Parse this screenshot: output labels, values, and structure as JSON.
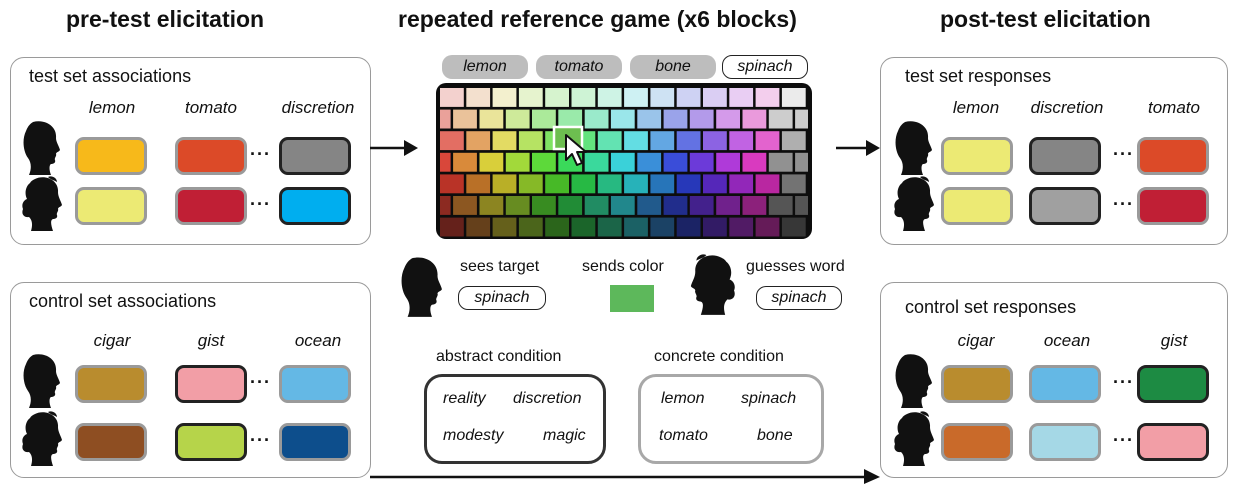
{
  "titles": {
    "pre": "pre-test elicitation",
    "game": "repeated reference game (x6 blocks)",
    "post": "post-test elicitation"
  },
  "pre_test": {
    "title": "test set associations",
    "words": [
      "lemon",
      "tomato",
      "discretion"
    ],
    "row1": [
      "#F7B91A",
      "#DC4A28",
      "#858585"
    ],
    "row2": [
      "#ECEA74",
      "#C01F35",
      "#00AEEF"
    ],
    "ellipsis": "···"
  },
  "pre_control": {
    "title": "control set associations",
    "words": [
      "cigar",
      "gist",
      "ocean"
    ],
    "row1": [
      "#B98C2E",
      "#F29EA6",
      "#64B8E5"
    ],
    "row2": [
      "#8E4E22",
      "#B6D44A",
      "#0D4E8C"
    ],
    "ellipsis": "···"
  },
  "post_test": {
    "title": "test set responses",
    "words": [
      "lemon",
      "discretion",
      "tomato"
    ],
    "row1": [
      "#ECEA74",
      "#858585",
      "#DC4A28"
    ],
    "row2": [
      "#ECEA74",
      "#A0A0A0",
      "#C01F35"
    ],
    "ellipsis": "···"
  },
  "post_control": {
    "title": "control set responses",
    "words": [
      "cigar",
      "ocean",
      "gist"
    ],
    "row1": [
      "#B98C2E",
      "#64B8E5",
      "#1D8B43"
    ],
    "row2": [
      "#C96A2A",
      "#A5D8E6",
      "#F29EA6"
    ],
    "ellipsis": "···"
  },
  "game": {
    "candidate_words": [
      "lemon",
      "tomato",
      "bone",
      "spinach"
    ],
    "target_word": "spinach",
    "sender_label": "sees target",
    "signal_label": "sends color",
    "receiver_label": "guesses word",
    "signal_color": "#5DB85B",
    "selected_color": "#6DBE50"
  },
  "conditions": {
    "abstract": {
      "label": "abstract condition",
      "words": [
        "reality",
        "discretion",
        "modesty",
        "magic"
      ]
    },
    "concrete": {
      "label": "concrete condition",
      "words": [
        "lemon",
        "spinach",
        "tomato",
        "bone"
      ]
    }
  }
}
